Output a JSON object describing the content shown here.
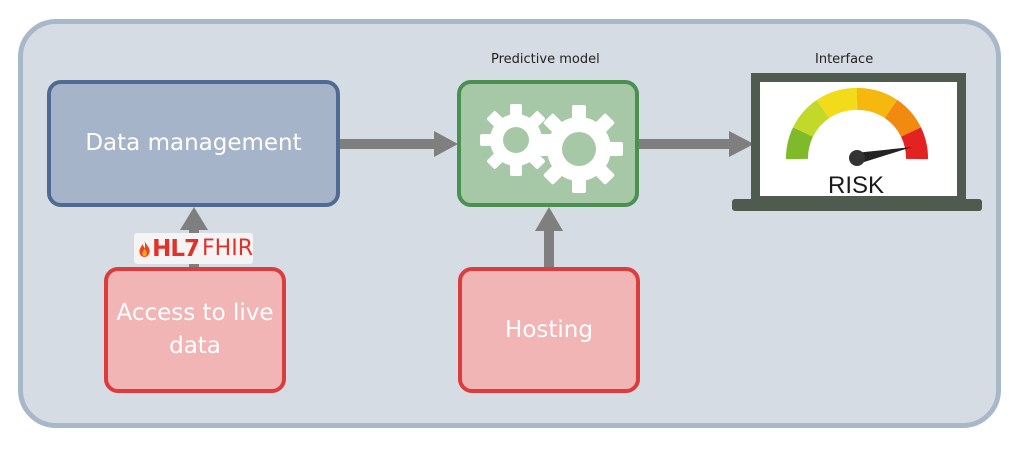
{
  "nodes": {
    "data_management": {
      "label": "Data management"
    },
    "predictive_model": {
      "caption": "Predictive model"
    },
    "interface": {
      "caption": "Interface",
      "gauge_label": "RISK"
    },
    "access_live_data": {
      "label": "Access to live data"
    },
    "hosting": {
      "label": "Hosting"
    }
  },
  "standard_badge": {
    "hl7": "HL7",
    "fhir": "FHIR"
  },
  "edges": [
    {
      "from": "data_management",
      "to": "predictive_model"
    },
    {
      "from": "predictive_model",
      "to": "interface"
    },
    {
      "from": "access_live_data",
      "to": "data_management"
    },
    {
      "from": "hosting",
      "to": "predictive_model"
    }
  ],
  "icons": {
    "model": "gears-icon",
    "interface": "laptop-risk-gauge-icon",
    "standard": "hl7-flame-icon"
  },
  "colors": {
    "frame_fill": "#d6dce4",
    "frame_border": "#a9b8c9",
    "data_box_fill": "#a5b4c9",
    "data_box_border": "#4f6b93",
    "model_box_fill": "#a7c8a6",
    "model_box_border": "#4a9151",
    "source_box_fill": "#f1b5b5",
    "source_box_border": "#dc3c3c",
    "arrow": "#7f7f7f",
    "laptop": "#4f5b4f"
  }
}
